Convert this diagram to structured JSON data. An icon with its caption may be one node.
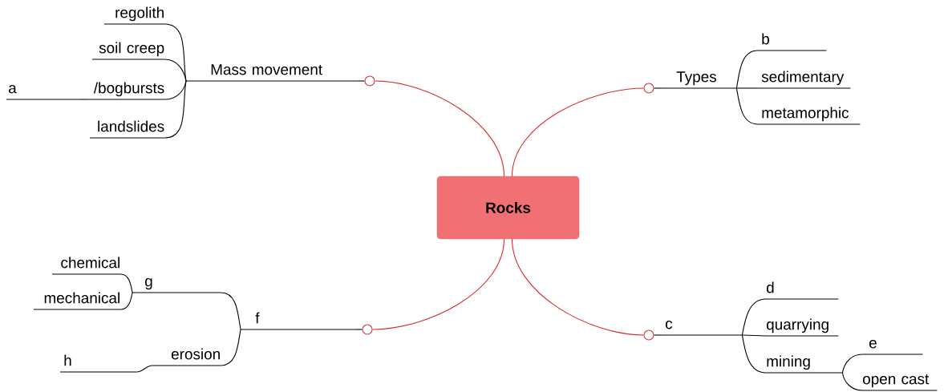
{
  "diagram": {
    "nodes": [
      {
        "text": [
          "Rocks"
        ]
      },
      {
        "text": [
          "Mass movement"
        ]
      },
      {
        "text": [
          "regolith"
        ]
      },
      {
        "text": [
          "soil creep"
        ]
      },
      {
        "text": [
          "/bogbursts"
        ]
      },
      {
        "text": [
          "a"
        ]
      },
      {
        "text": [
          "landslides"
        ]
      },
      {
        "text": [
          "Types"
        ]
      },
      {
        "text": [
          "b"
        ]
      },
      {
        "text": [
          "sedimentary"
        ]
      },
      {
        "text": [
          "metamorphic"
        ]
      },
      {
        "text": [
          "f"
        ]
      },
      {
        "text": [
          "g"
        ]
      },
      {
        "text": [
          "chemical"
        ]
      },
      {
        "text": [
          "mechanical"
        ]
      },
      {
        "text": [
          "erosion"
        ]
      },
      {
        "text": [
          "h"
        ]
      },
      {
        "text": [
          "c"
        ]
      },
      {
        "text": [
          "d"
        ]
      },
      {
        "text": [
          "quarrying"
        ]
      },
      {
        "text": [
          "mining"
        ]
      },
      {
        "text": [
          "e"
        ]
      },
      {
        "text": [
          "open cast"
        ]
      },
      {
        "text": [],
        "shape": "circle"
      },
      {
        "text": [],
        "shape": "circle"
      },
      {
        "text": [],
        "shape": "circle"
      },
      {
        "text": [],
        "shape": "circle"
      }
    ],
    "edges": [
      {
        "from": 0,
        "to": 23,
        "arrow": "none",
        "color": "#d92b2b"
      },
      {
        "from": 0,
        "to": 24,
        "arrow": "none",
        "color": "#d92b2b"
      },
      {
        "from": 0,
        "to": 25,
        "arrow": "none",
        "color": "#d92b2b"
      },
      {
        "from": 0,
        "to": 26,
        "arrow": "none",
        "color": "#d92b2b"
      },
      {
        "from": 23,
        "to": 1,
        "arrow": "none"
      },
      {
        "from": 24,
        "to": 7,
        "arrow": "none"
      },
      {
        "from": 25,
        "to": 11,
        "arrow": "none"
      },
      {
        "from": 26,
        "to": 17,
        "arrow": "none"
      },
      {
        "from": 1,
        "to": 2,
        "arrow": "none"
      },
      {
        "from": 1,
        "to": 3,
        "arrow": "none"
      },
      {
        "from": 1,
        "to": 4,
        "arrow": "none"
      },
      {
        "from": 4,
        "to": 5,
        "arrow": "none"
      },
      {
        "from": 1,
        "to": 6,
        "arrow": "none"
      },
      {
        "from": 7,
        "to": 8,
        "arrow": "none"
      },
      {
        "from": 7,
        "to": 9,
        "arrow": "none"
      },
      {
        "from": 7,
        "to": 10,
        "arrow": "none"
      },
      {
        "from": 11,
        "to": 12,
        "arrow": "none"
      },
      {
        "from": 12,
        "to": 13,
        "arrow": "none"
      },
      {
        "from": 12,
        "to": 14,
        "arrow": "none"
      },
      {
        "from": 11,
        "to": 15,
        "arrow": "none"
      },
      {
        "from": 15,
        "to": 16,
        "arrow": "none"
      },
      {
        "from": 17,
        "to": 18,
        "arrow": "none"
      },
      {
        "from": 17,
        "to": 19,
        "arrow": "none"
      },
      {
        "from": 17,
        "to": 20,
        "arrow": "none"
      },
      {
        "from": 20,
        "to": 21,
        "arrow": "none"
      },
      {
        "from": 20,
        "to": 22,
        "arrow": "none"
      }
    ]
  }
}
